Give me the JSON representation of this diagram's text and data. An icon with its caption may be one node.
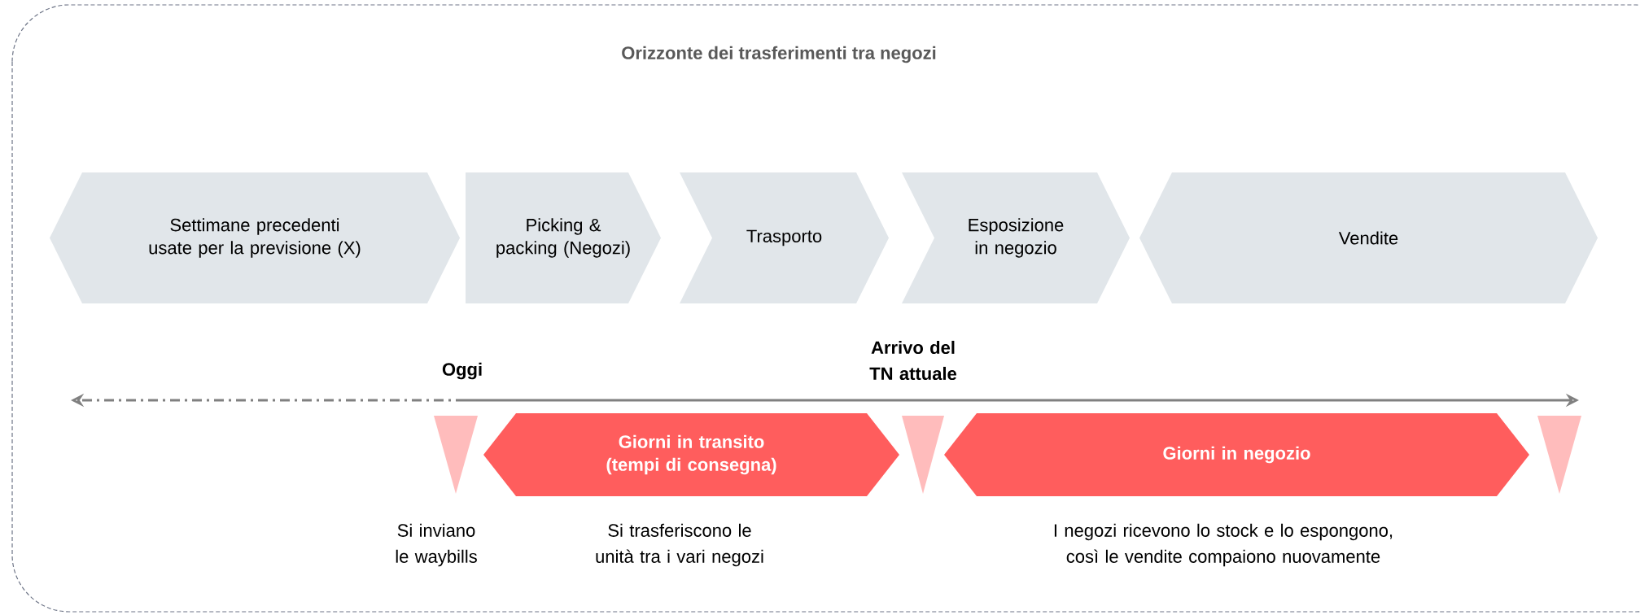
{
  "diagram": {
    "nodes": [
      {
        "text": [
          "Orizzonte dei trasferimenti tra negozi"
        ]
      },
      {
        "text": [
          "Settimane precedenti usate per la previsione (X)"
        ],
        "in": 0
      },
      {
        "text": [
          "Picking & packing (Negozi)"
        ],
        "in": 0
      },
      {
        "text": [
          "Trasporto"
        ],
        "in": 0
      },
      {
        "text": [
          "Esposizione in negozio"
        ],
        "in": 0
      },
      {
        "text": [
          "Vendite"
        ],
        "in": 0
      },
      {
        "text": [],
        "shape": "triangle",
        "in": 0
      },
      {
        "text": [
          "Giorni in transito (tempi di consegna)"
        ],
        "in": 0
      },
      {
        "text": [],
        "shape": "triangle",
        "in": 0
      },
      {
        "text": [
          "Giorni in negozio"
        ],
        "in": 0
      },
      {
        "text": [],
        "shape": "triangle",
        "in": 0
      }
    ],
    "labels": [
      "Oggi",
      "Arrivo del TN attuale",
      "Si inviano le waybills",
      "Si trasferiscono le unità tra i vari negozi",
      "I negozi ricevono lo stock e lo espongono, così le vendite compaiono nuovamente"
    ]
  }
}
